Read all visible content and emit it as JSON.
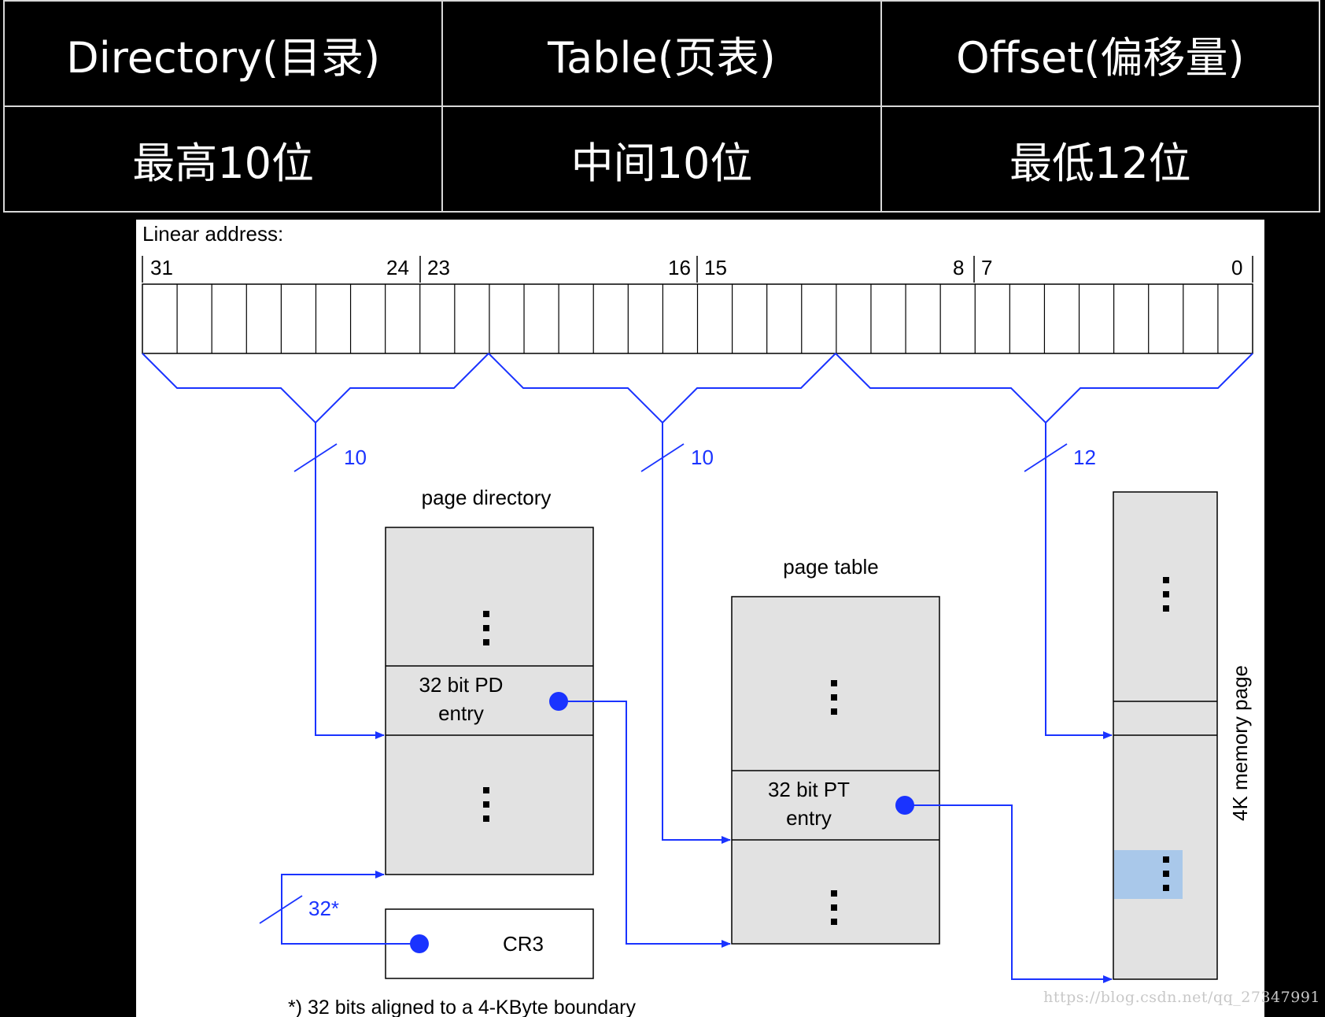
{
  "table": {
    "headers": [
      "Directory(目录)",
      "Table(页表)",
      "Offset(偏移量)"
    ],
    "cells": [
      "最高10位",
      "中间10位",
      "最低12位"
    ]
  },
  "diagram": {
    "linear_address_label": "Linear address:",
    "bit_labels": [
      "31",
      "24",
      "23",
      "16",
      "15",
      "8",
      "7",
      "0"
    ],
    "field_widths": [
      "10",
      "10",
      "12"
    ],
    "page_directory": {
      "title": "page directory",
      "entry_line1": "32 bit PD",
      "entry_line2": "entry"
    },
    "page_table": {
      "title": "page table",
      "entry_line1": "32 bit PT",
      "entry_line2": "entry"
    },
    "memory_page_label": "4K memory page",
    "cr3_label": "CR3",
    "cr3_width": "32*",
    "footnote": "*) 32 bits aligned to a 4-KByte boundary",
    "colors": {
      "accent_blue": "#1a33ff",
      "box_fill": "#e2e2e2",
      "highlight": "#a9c8ea"
    }
  },
  "watermark": "https://blog.csdn.net/qq_27347991"
}
